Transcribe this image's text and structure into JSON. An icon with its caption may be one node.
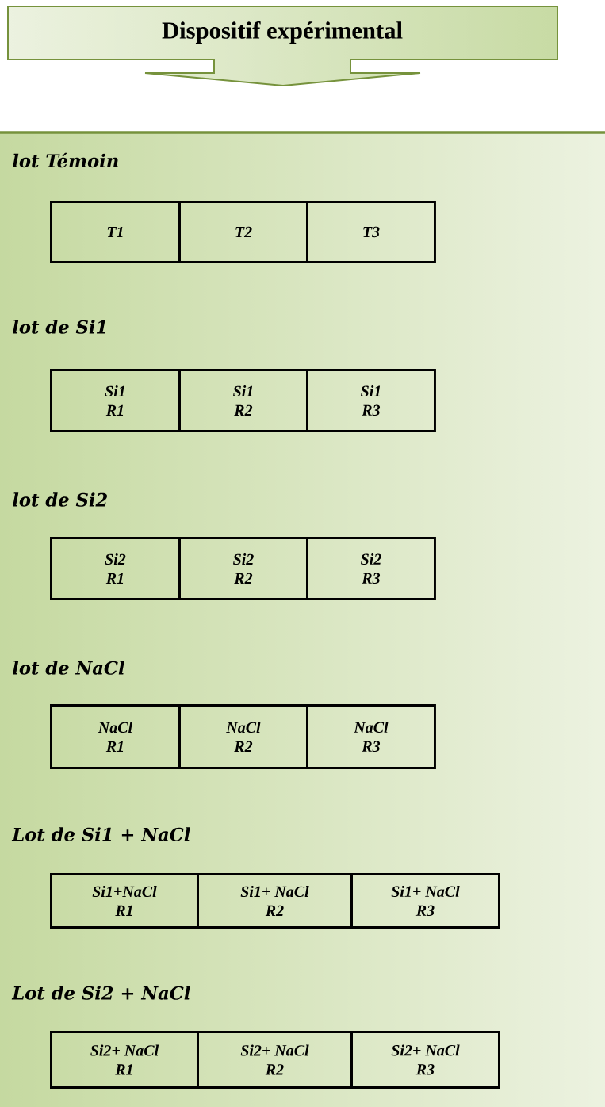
{
  "diagram": {
    "nodes": [
      {
        "text": [
          "Dispositif expérimental"
        ]
      },
      {
        "text": [
          "T1"
        ]
      },
      {
        "text": [
          "T2"
        ]
      },
      {
        "text": [
          "T3"
        ]
      },
      {
        "text": [
          "Si1",
          "R1"
        ]
      },
      {
        "text": [
          "Si1",
          "R2"
        ]
      },
      {
        "text": [
          "Si1",
          "R3"
        ]
      },
      {
        "text": [
          "Si2",
          "R1"
        ]
      },
      {
        "text": [
          "Si2",
          "R2"
        ]
      },
      {
        "text": [
          "Si2",
          "R3"
        ]
      },
      {
        "text": [
          "NaCl",
          "R1"
        ]
      },
      {
        "text": [
          "NaCl",
          "R2"
        ]
      },
      {
        "text": [
          "NaCl",
          "R3"
        ]
      },
      {
        "text": [
          "Si1+NaCl",
          "R1"
        ]
      },
      {
        "text": [
          "Si1+ NaCl",
          "R2"
        ]
      },
      {
        "text": [
          "Si1+ NaCl",
          "R3"
        ]
      },
      {
        "text": [
          "Si2+ NaCl",
          "R1"
        ]
      },
      {
        "text": [
          "Si2+ NaCl",
          "R2"
        ]
      },
      {
        "text": [
          "Si2+ NaCl",
          "R3"
        ]
      }
    ],
    "edges": [],
    "labels": [
      "lot Témoin",
      "lot de Si1",
      "lot de Si2",
      "lot de NaCl",
      "Lot de Si1 + NaCl",
      "Lot de Si2 + NaCl"
    ]
  }
}
